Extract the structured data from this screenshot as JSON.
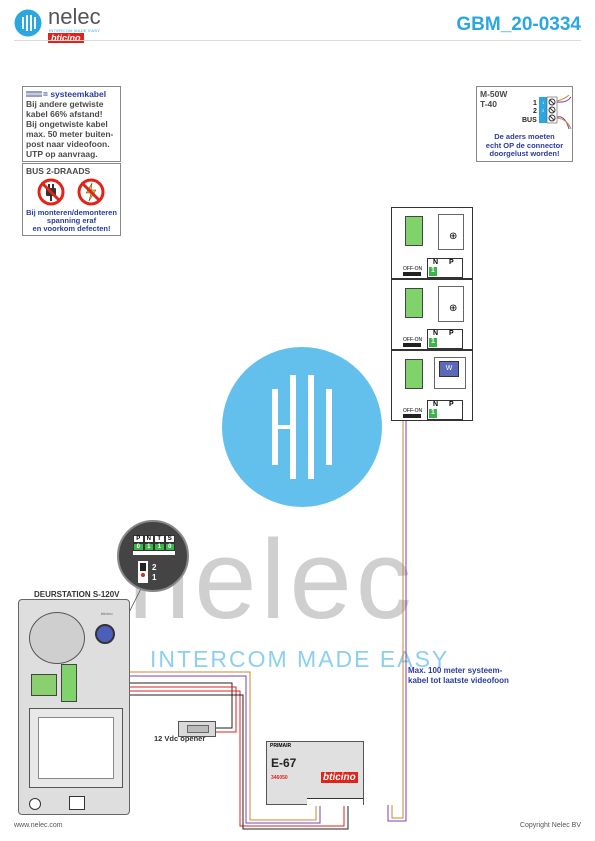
{
  "header": {
    "brand_name": "nelec",
    "brand_tagline": "INTERCOM MADE EASY",
    "partner_logo": "bticino",
    "doc_code": "GBM_20-0334",
    "accent_color": "#2aa7e0"
  },
  "notice_cable": {
    "legend_label": "= systeemkabel",
    "lines": [
      "Bij andere getwiste",
      "kabel 66% afstand!",
      "Bij ongetwiste kabel",
      "max. 50 meter buiten-",
      "post naar videofoon.",
      "UTP op aanvraag."
    ]
  },
  "notice_bus": {
    "title": "BUS 2-DRAADS",
    "lines": [
      "Bij monteren/demonteren",
      "spanning eraf",
      "en voorkom defecten!"
    ],
    "icons": [
      "no-plug-icon",
      "no-voltage-icon"
    ]
  },
  "connector_box": {
    "model_lines": [
      "M-50W",
      "T-40"
    ],
    "terminal_labels": [
      "1",
      "2",
      "BUS"
    ],
    "note_lines": [
      "De aders moeten",
      "echt OP de connector",
      "doorgelust worden!"
    ]
  },
  "monitors": [
    {
      "dip_label": "OFF-ON",
      "n_label": "N",
      "p_label": "P",
      "n_value": "1",
      "icon": "crosshair-icon"
    },
    {
      "dip_label": "OFF-ON",
      "n_label": "N",
      "p_label": "P",
      "n_value": "1",
      "icon": "crosshair-icon"
    },
    {
      "dip_label": "OFF-ON",
      "n_label": "N",
      "p_label": "P",
      "n_value": "1",
      "icon": "screen-icon"
    }
  ],
  "door_station": {
    "title": "DEURSTATION S-120V",
    "brand": "bticino",
    "config_headers": [
      "P",
      "N",
      "T",
      "S"
    ],
    "config_values": [
      "0",
      "1",
      "1",
      "0"
    ],
    "switch_labels": [
      "2",
      "1"
    ]
  },
  "opener": {
    "label": "12 Vdc opener"
  },
  "power_supply": {
    "top_label": "PRIMAIR",
    "model": "E-67",
    "part_number": "346050",
    "brand": "bticino"
  },
  "notes": {
    "max_distance_lines": [
      "Max. 100 meter systeem-",
      "kabel tot laatste videofoon"
    ]
  },
  "watermark": {
    "text": "nelec",
    "tagline": "INTERCOM MADE EASY"
  },
  "footer": {
    "website": "www.nelec.com",
    "copyright": "Copyright Nelec BV"
  }
}
